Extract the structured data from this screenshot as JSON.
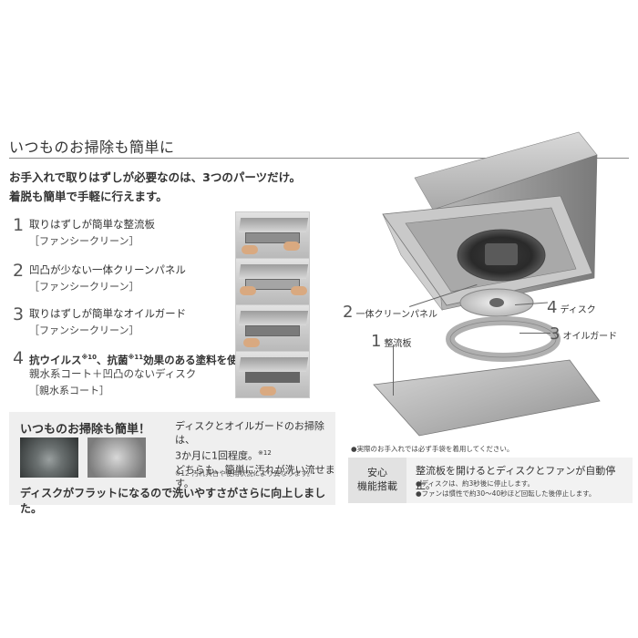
{
  "title": "いつものお掃除も簡単に",
  "intro": {
    "line1": "お手入れで取りはずしが必要なのは、3つのパーツだけ。",
    "line2": "着脱も簡単で手軽に行えます。"
  },
  "parts": [
    {
      "num": "1",
      "text": "取りはずしが簡単な整流板",
      "sub": "［ファンシークリーン］"
    },
    {
      "num": "2",
      "text": "凹凸が少ない一体クリーンパネル",
      "sub": "［ファンシークリーン］"
    },
    {
      "num": "3",
      "text": "取りはずしが簡単なオイルガード",
      "sub": "［ファンシークリーン］"
    },
    {
      "num": "4",
      "text_a": "抗ウイルス",
      "sup_a": "※10",
      "text_b": "、抗菌",
      "sup_b": "※11",
      "text_c": "効果のある塗料を使用",
      "line2": "親水系コート＋凹凸のないディスク",
      "sub": "［親水系コート］"
    }
  ],
  "tip": {
    "title": "いつものお掃除も簡単！",
    "line1": "ディスクとオイルガードのお掃除は、",
    "line2": "3か月に1回程度。",
    "line2_sup": "※12",
    "line3": "どちらも、簡単に汚れが洗い流せます。",
    "note": "※12 汚れ具合や使用状況により異なります。",
    "bottom": "ディスクがフラットになるので洗いやすさがさらに向上しました。"
  },
  "callouts": [
    {
      "num": "2",
      "label": "一体クリーンパネル"
    },
    {
      "num": "4",
      "label": "ディスク"
    },
    {
      "num": "3",
      "label": "オイルガード"
    },
    {
      "num": "1",
      "label": "整流板"
    }
  ],
  "notice": "●実際のお手入れでは必ず手袋を着用してください。",
  "safety": {
    "label1": "安心",
    "label2": "機能搭載",
    "main": "整流板を開けるとディスクとファンが自動停止。",
    "sub1": "●ディスクは、約3秒後に停止します。",
    "sub2": "●ファンは慣性で約30〜40秒ほど回転した後停止します。"
  },
  "colors": {
    "tip_bg": "#efefef",
    "safety_bg": "#f2f2f2",
    "safety_label_bg": "#e2e2e2"
  }
}
